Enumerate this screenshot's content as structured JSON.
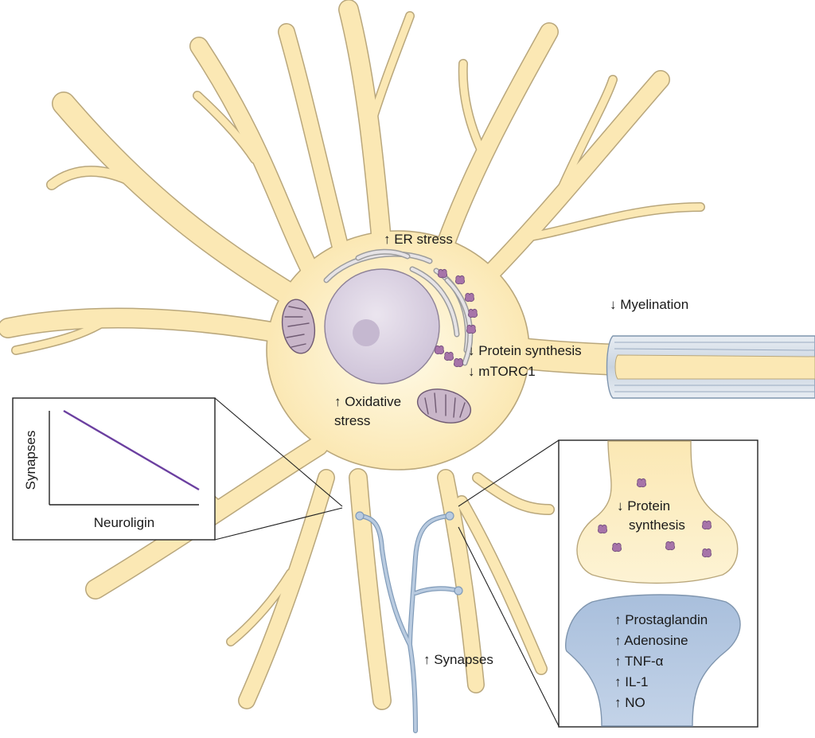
{
  "labels": {
    "er_stress": "↑ ER stress",
    "myelination": "↓ Myelination",
    "protein_synthesis": "↓ Protein synthesis",
    "mtorc1": "↓ mTORC1",
    "oxidative_1": "↑ Oxidative",
    "oxidative_2": "stress",
    "synapses": "↑ Synapses"
  },
  "left_inset": {
    "ylabel": "Synapses",
    "xlabel": "Neuroligin",
    "line_color": "#6b3fa0"
  },
  "right_inset": {
    "pre_line1": "↓ Protein",
    "pre_line2": "synthesis",
    "post_items": [
      "↑ Prostaglandin",
      "↑ Adenosine",
      "↑ TNF-α",
      "↑ IL-1",
      "↑ NO"
    ]
  },
  "colors": {
    "cell": "#fbe8b4",
    "nucleus": "#d9d0e0",
    "ribosome": "#a774a9",
    "glia": "#b9cbe0",
    "postsynaptic": "#b8cbe4"
  }
}
